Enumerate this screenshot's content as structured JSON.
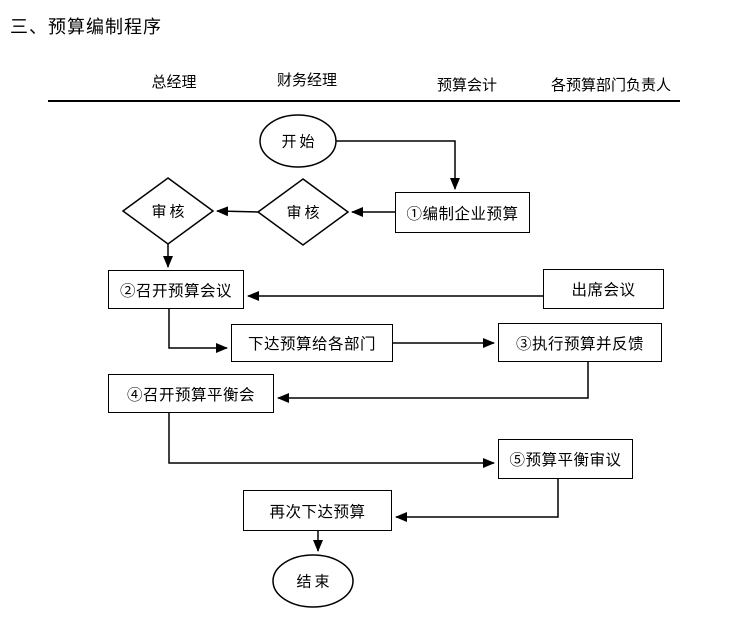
{
  "title": "三、预算编制程序",
  "lanes": [
    {
      "label": "总经理"
    },
    {
      "label": "财务经理"
    },
    {
      "label": "预算会计"
    },
    {
      "label": "各预算部门负责人"
    }
  ],
  "nodes": {
    "start": {
      "label": "开始",
      "shape": "ellipse"
    },
    "step1": {
      "label": "①编制企业预算",
      "shape": "rect"
    },
    "review_finance": {
      "label": "审核",
      "shape": "diamond"
    },
    "review_gm": {
      "label": "审核",
      "shape": "diamond"
    },
    "step2": {
      "label": "②召开预算会议",
      "shape": "rect"
    },
    "attend_meeting": {
      "label": "出席会议",
      "shape": "rect"
    },
    "issue_budget": {
      "label": "下达预算给各部门",
      "shape": "rect"
    },
    "step3": {
      "label": "③执行预算并反馈",
      "shape": "rect"
    },
    "step4": {
      "label": "④召开预算平衡会",
      "shape": "rect"
    },
    "step5": {
      "label": "⑤预算平衡审议",
      "shape": "rect"
    },
    "reissue_budget": {
      "label": "再次下达预算",
      "shape": "rect"
    },
    "end": {
      "label": "结束",
      "shape": "ellipse"
    }
  },
  "colors": {
    "ink": "#000000",
    "background": "#ffffff"
  }
}
